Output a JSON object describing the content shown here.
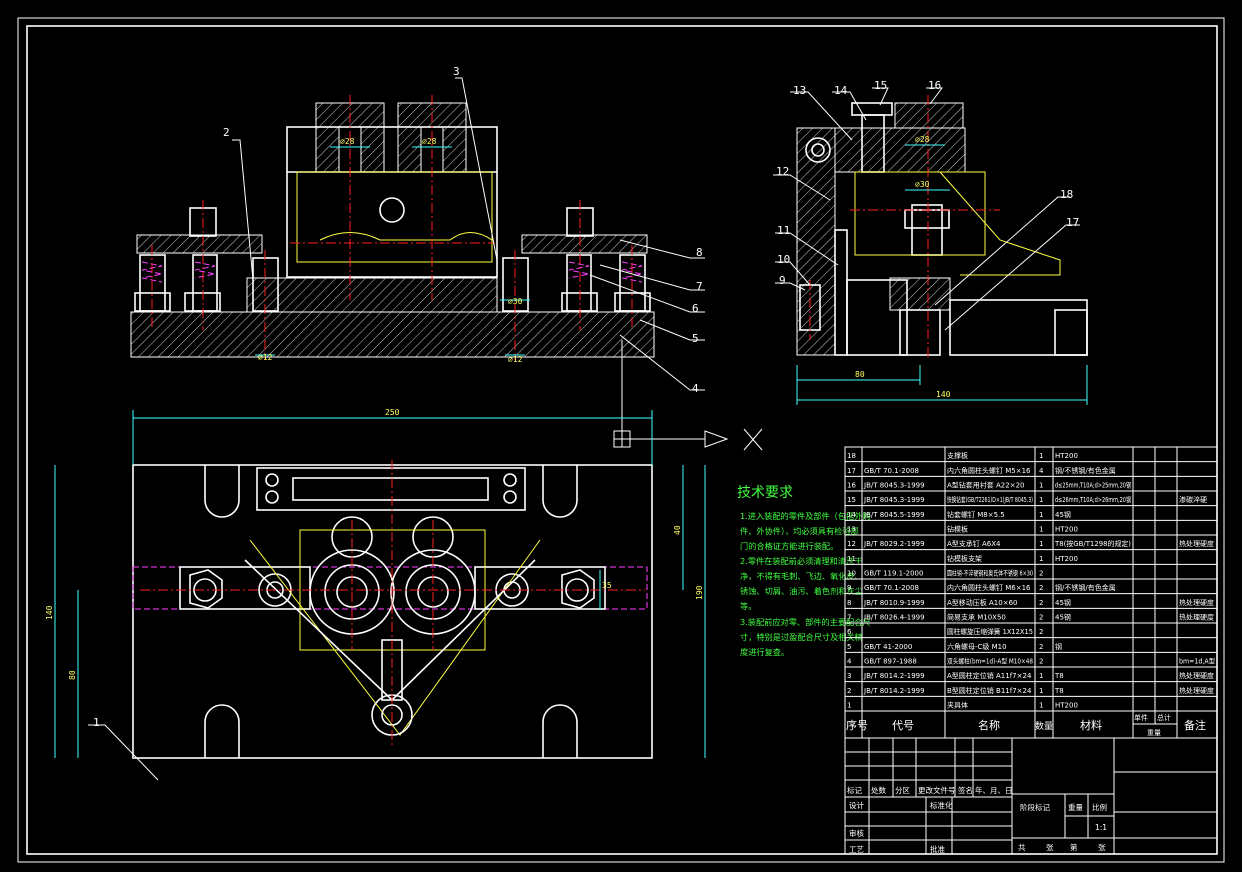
{
  "colors": {
    "background": "#000000",
    "outline": "#ffffff",
    "centerline": "#ff2020",
    "hidden": "#ffff40",
    "text": "#40ff40",
    "thread": "#ff40ff",
    "dim": "#40ffff"
  },
  "balloons": [
    "1",
    "2",
    "3",
    "4",
    "5",
    "6",
    "7",
    "8",
    "9",
    "10",
    "11",
    "12",
    "13",
    "14",
    "15",
    "16",
    "17",
    "18"
  ],
  "dimensions": {
    "front_d1": "⌀28",
    "front_d2": "⌀28",
    "front_d3": "⌀12",
    "front_d4": "⌀12",
    "front_d5": "⌀30",
    "side_d1": "⌀28",
    "side_d2": "⌀30",
    "side_w": "80",
    "side_total": "140",
    "top_w": "250",
    "top_h": "140",
    "top_h2": "80",
    "top_r": "190",
    "top_a": "40",
    "top_b": "35"
  },
  "tech": {
    "title": "技术要求",
    "lines": [
      "1.进入装配的零件及部件（包括外购",
      "件、外协件），均必须具有检验部",
      "门的合格证方能进行装配。",
      "2.零件在装配前必须清理和清洗干",
      "净，不得有毛刺、飞边、氧化皮、",
      "锈蚀、切屑、油污、着色剂和灰尘",
      "等。",
      "3.装配前应对零、部件的主要配合尺",
      "寸，特别是过盈配合尺寸及相关精",
      "度进行复查。"
    ]
  },
  "bom": {
    "header": {
      "seq": "序号",
      "code": "代号",
      "name": "名称",
      "qty": "数量",
      "material": "材料",
      "single": "单件",
      "total": "总计",
      "weight": "重量",
      "note": "备注"
    },
    "rows": [
      {
        "no": "18",
        "code": "",
        "name": "支撑板",
        "qty": "1",
        "mat": "HT200",
        "note": ""
      },
      {
        "no": "17",
        "code": "GB/T 70.1-2008",
        "name": "内六角圆柱头螺钉 M5×16",
        "qty": "4",
        "mat": "钢/不锈钢/有色金属",
        "note": ""
      },
      {
        "no": "16",
        "code": "JB/T 8045.3-1999",
        "name": "A型钻套用衬套 A22×20",
        "qty": "1",
        "mat": "d≤25mm,T10A;d>25mm,20钢",
        "note": ""
      },
      {
        "no": "15",
        "code": "JB/T 8045.3-1999",
        "name": "快换钻套(GB/T2261)D×1(JB/T 8045.3)",
        "qty": "1",
        "mat": "d≤26mm,T10A;d>26mm,20钢",
        "note": "渗碳淬硬"
      },
      {
        "no": "14",
        "code": "JB/T 8045.5-1999",
        "name": "钻套螺钉 M8×5.5",
        "qty": "1",
        "mat": "45钢",
        "note": ""
      },
      {
        "no": "13",
        "code": "",
        "name": "钻模板",
        "qty": "1",
        "mat": "HT200",
        "note": ""
      },
      {
        "no": "12",
        "code": "JB/T 8029.2-1999",
        "name": "A型支承钉 A6X4",
        "qty": "1",
        "mat": "T8(按GB/T1298的规定)",
        "note": "热处理硬度"
      },
      {
        "no": "11",
        "code": "",
        "name": "钻模板支架",
        "qty": "1",
        "mat": "HT200",
        "note": ""
      },
      {
        "no": "10",
        "code": "GB/T 119.1-2000",
        "name": "圆柱销-不淬硬钢和奥氏体不锈钢 6×30",
        "qty": "2",
        "mat": "",
        "note": ""
      },
      {
        "no": "9",
        "code": "GB/T 70.1-2008",
        "name": "内六角圆柱头螺钉 M6×16",
        "qty": "2",
        "mat": "钢/不锈钢/有色金属",
        "note": ""
      },
      {
        "no": "8",
        "code": "JB/T 8010.9-1999",
        "name": "A型移动压板 A10×60",
        "qty": "2",
        "mat": "45钢",
        "note": "热处理硬度"
      },
      {
        "no": "7",
        "code": "JB/T 8026.4-1999",
        "name": "简易支承 M10X50",
        "qty": "2",
        "mat": "45钢",
        "note": "热处理硬度"
      },
      {
        "no": "6",
        "code": "",
        "name": "圆柱螺旋压缩弹簧 1X12X15",
        "qty": "2",
        "mat": "",
        "note": ""
      },
      {
        "no": "5",
        "code": "GB/T 41-2000",
        "name": "六角螺母-C级 M10",
        "qty": "2",
        "mat": "钢",
        "note": ""
      },
      {
        "no": "4",
        "code": "GB/T 897-1988",
        "name": "双头螺柱(bm=1d)-A型 M10×48",
        "qty": "2",
        "mat": "",
        "note": "bm=1d,A型"
      },
      {
        "no": "3",
        "code": "JB/T 8014.2-1999",
        "name": "A型圆柱定位销 A11f7×24",
        "qty": "1",
        "mat": "T8",
        "note": "热处理硬度"
      },
      {
        "no": "2",
        "code": "JB/T 8014.2-1999",
        "name": "B型圆柱定位销 B11f7×24",
        "qty": "1",
        "mat": "T8",
        "note": "热处理硬度"
      },
      {
        "no": "1",
        "code": "",
        "name": "夹具体",
        "qty": "1",
        "mat": "HT200",
        "note": ""
      }
    ]
  },
  "title_block": {
    "row1": [
      "标记",
      "处数",
      "分区",
      "更改文件号",
      "签名",
      "年、月、日"
    ],
    "design": "设计",
    "std": "标准化",
    "stage": "阶段标记",
    "weight": "重量",
    "scale": "比例",
    "scale_val": "1:1",
    "check": "审核",
    "process": "工艺",
    "approve": "批准",
    "sheets": [
      "共",
      "张",
      "第",
      "张"
    ]
  }
}
